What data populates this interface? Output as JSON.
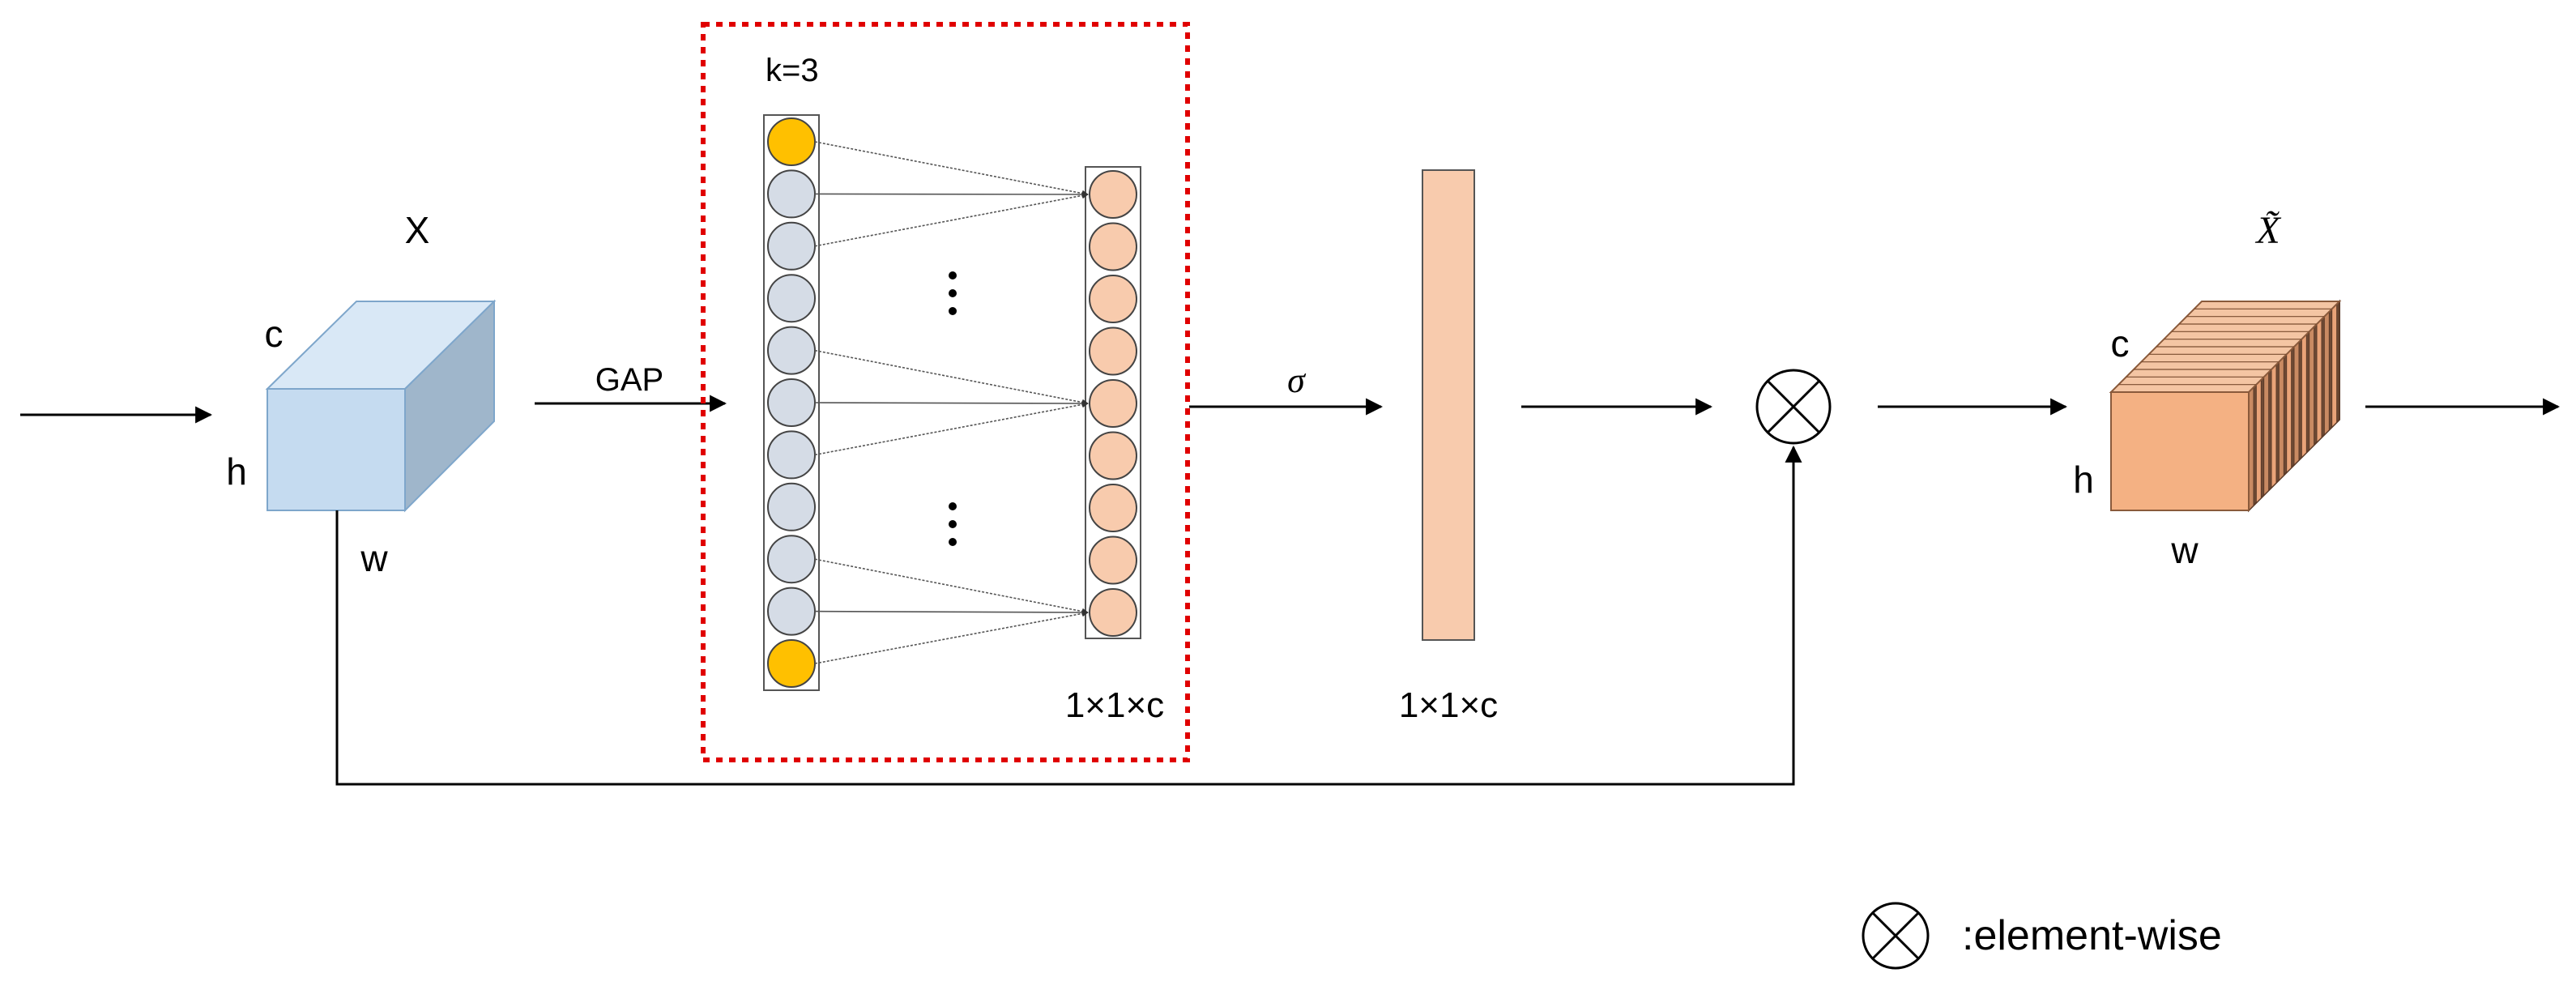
{
  "input_tensor": {
    "symbol": "X",
    "dim_c": "c",
    "dim_h": "h",
    "dim_w": "w"
  },
  "gap_label": "GAP",
  "conv_block": {
    "kernel_label": "k=3",
    "input_node_count": 11,
    "output_node_count": 9,
    "output_size_label": "1×1×c"
  },
  "sigma_label": "σ",
  "attention_vector": {
    "size_label": "1×1×c"
  },
  "multiply_symbol": "⊗",
  "output_tensor": {
    "symbol": "X̃",
    "dim_c": "c",
    "dim_h": "h",
    "dim_w": "w"
  },
  "legend": {
    "symbol": "⊗",
    "text": ":element-wise"
  },
  "colors": {
    "cube_front": "#c5dbf0",
    "cube_top": "#d9e8f6",
    "cube_side": "#9fb6cb",
    "gray_node": "#d5dce6",
    "yellow_node": "#ffc000",
    "peach_node": "#f8cbad",
    "attention_bar": "#f8cbad",
    "output_front": "#f4b183",
    "dashed_border": "#e00000"
  }
}
